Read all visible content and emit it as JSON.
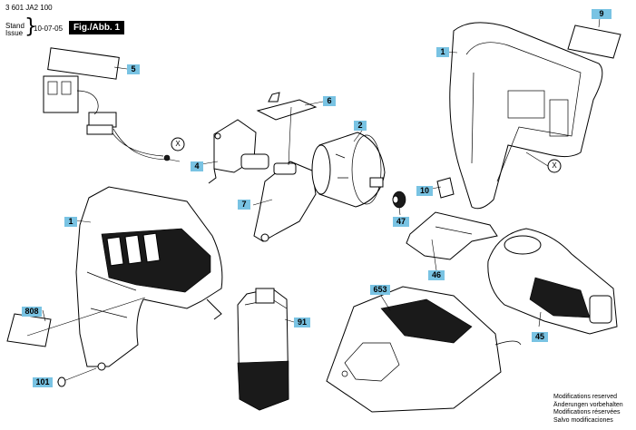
{
  "header": {
    "doc_number": "3 601 JA2 100",
    "stand_label": "Stand",
    "issue_label": "Issue",
    "brace": "}",
    "issue_date": "10-07-05",
    "figure_label": "Fig./Abb. 1"
  },
  "callouts": [
    "9",
    "1",
    "5",
    "6",
    "2",
    "4",
    "X",
    "X",
    "7",
    "10",
    "1",
    "47",
    "46",
    "808",
    "653",
    "91",
    "45",
    "101"
  ],
  "footer": [
    "Modifications reserved",
    "Änderungen vorbehalten",
    "Modifications réservées",
    "Salvo modificaciones"
  ],
  "colors": {
    "callout_fill": "#79c3e3",
    "figure_label_bg": "#000000",
    "line": "#000000"
  }
}
